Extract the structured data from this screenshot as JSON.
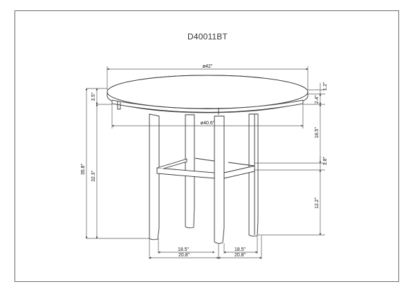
{
  "drawing": {
    "title": "D40011BT",
    "subject": "round counter-height dining table with lower shelf",
    "line_color": "#2a2a2a",
    "dim_line_color": "#555555",
    "background": "#ffffff"
  },
  "dimensions": {
    "top_diameter": "ø42\"",
    "apron_diameter": "ø40.6\"",
    "top_thickness": "1.2\"",
    "apron_height": "2.4\"",
    "left_top_offset": "3.5\"",
    "overall_height": "35.8\"",
    "height_to_apron": "32.3\"",
    "apron_to_shelf": "18.5\"",
    "shelf_thickness": "1.8\"",
    "shelf_to_floor": "12.2\"",
    "inner_leg_span_left": "18.5\"",
    "inner_leg_span_right": "18.5\"",
    "outer_leg_span_left": "20.8\"",
    "outer_leg_span_right": "20.8\""
  }
}
